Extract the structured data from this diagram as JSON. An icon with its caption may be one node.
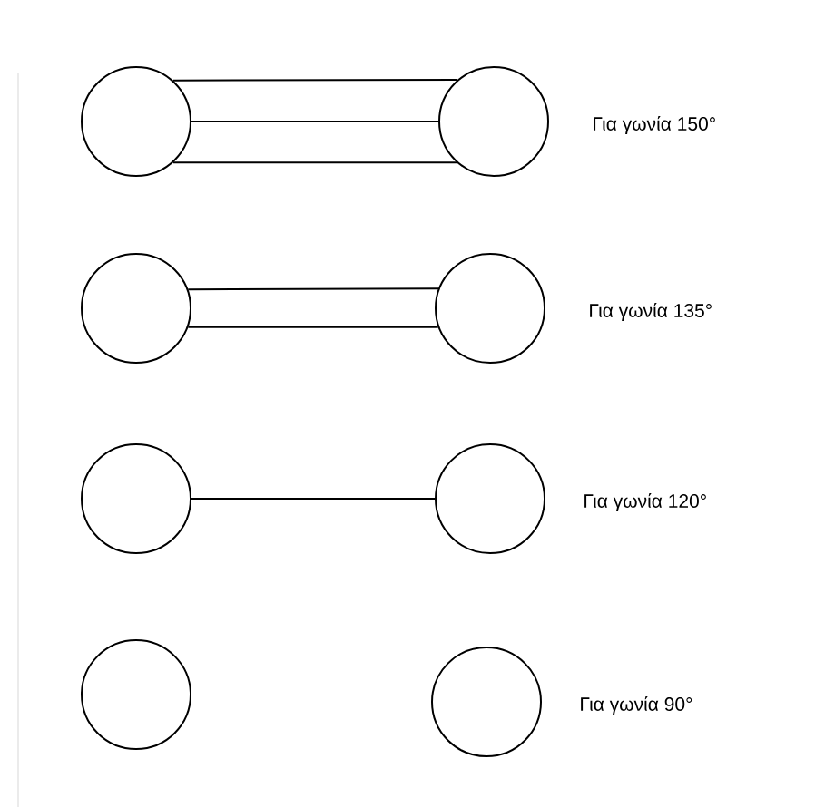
{
  "diagram": {
    "nodes": [
      {
        "text": [],
        "shape": "circle"
      },
      {
        "text": [],
        "shape": "circle",
        "beside": [
          "Για γωνία 150°"
        ]
      },
      {
        "text": [],
        "shape": "circle"
      },
      {
        "text": [],
        "shape": "circle",
        "beside": [
          "Για γωνία 135°"
        ]
      },
      {
        "text": [],
        "shape": "circle"
      },
      {
        "text": [],
        "shape": "circle",
        "beside": [
          "Για γωνία 120°"
        ]
      },
      {
        "text": [],
        "shape": "circle"
      },
      {
        "text": [],
        "shape": "circle",
        "beside": [
          "Για γωνία 90°"
        ]
      }
    ],
    "edges": [
      {
        "from": 0,
        "to": 1,
        "arrow": "none"
      },
      {
        "from": 0,
        "to": 1,
        "arrow": "none"
      },
      {
        "from": 0,
        "to": 1,
        "arrow": "none"
      },
      {
        "from": 2,
        "to": 3,
        "arrow": "none"
      },
      {
        "from": 2,
        "to": 3,
        "arrow": "none"
      },
      {
        "from": 4,
        "to": 5,
        "arrow": "none"
      }
    ]
  }
}
